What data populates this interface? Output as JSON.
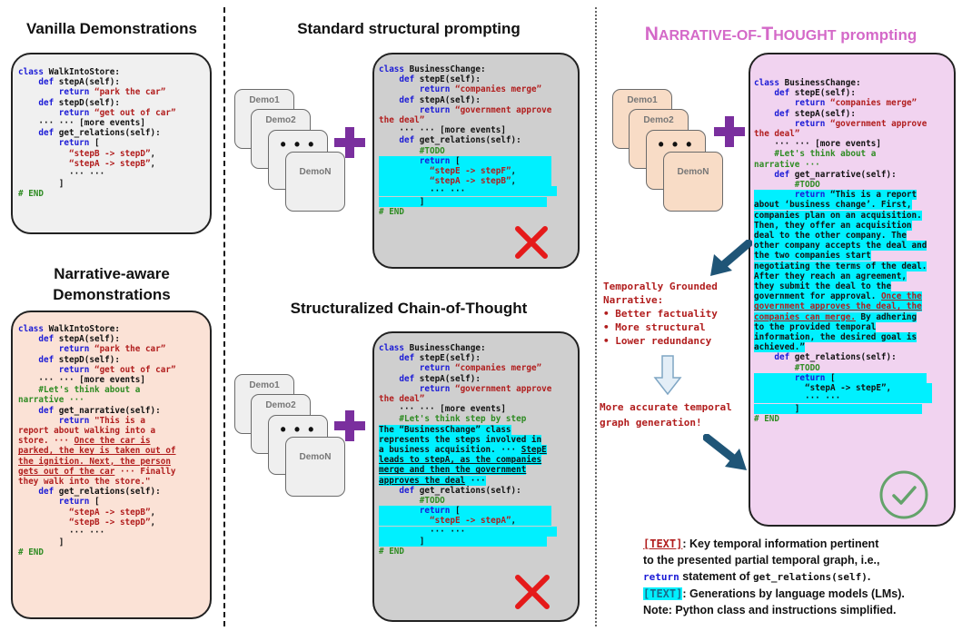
{
  "colors": {
    "keyword": "#1a1ad6",
    "string": "#b11d1d",
    "comment": "#2e8b22",
    "highlight": "#00f0ff",
    "panel_grey": "#f0f0f0",
    "panel_peach": "#fbe2d6",
    "panel_dark_grey": "#cfcfcf",
    "panel_pink": "#f1d3f0",
    "plus": "#7a2f9e",
    "cross": "#e51a1a",
    "check": "#64a36b",
    "arrow": "#1f5577",
    "not_title": "#d469c8"
  },
  "titles": {
    "vanilla": "Vanilla Demonstrations",
    "narrative_aware_1": "Narrative-aware",
    "narrative_aware_2": "Demonstrations",
    "standard": "Standard structural prompting",
    "scot": "Structuralized Chain-of-Thought",
    "not_main_1": "N",
    "not_main_2": "ARRATIVE-OF-",
    "not_main_3": "T",
    "not_main_4": "HOUGHT",
    "not_main_5": " prompting"
  },
  "demos": {
    "d1": "Demo1",
    "d2": "Demo2",
    "dots": "• • •",
    "dn": "DemoN"
  },
  "side_text": {
    "grounded_1": "Temporally Grounded",
    "grounded_2": "Narrative:",
    "b1": "• Better factuality",
    "b2": "• More structural",
    "b3": "• Lower redundancy",
    "accurate_1": "More accurate temporal",
    "accurate_2": "graph generation!"
  },
  "legend": {
    "tag1": "[TEXT]",
    "l1": ": Key temporal information pertinent",
    "l2": "to the presented partial temporal graph, i.e.,",
    "l3_kw": "return",
    "l3_mid": " statement of ",
    "l3_code": "get_relations(self)",
    "l3_end": ".",
    "tag2": "[TEXT]",
    "l4": ": Generations by language models (LMs).",
    "l5": "Note: Python class and instructions simplified."
  }
}
